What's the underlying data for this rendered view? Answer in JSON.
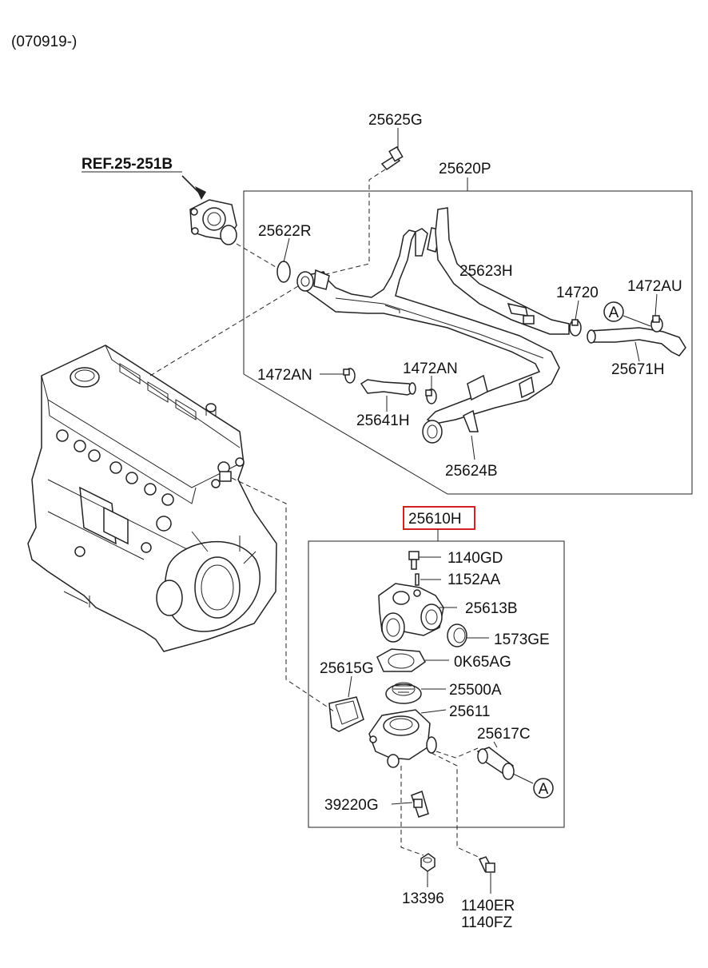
{
  "header": {
    "revision": "(070919-)"
  },
  "reference": {
    "label": "REF.25-251B"
  },
  "callouts": {
    "circle_a": "A"
  },
  "labels": {
    "p25625G": "25625G",
    "p25620P": "25620P",
    "p25622R": "25622R",
    "p25623H": "25623H",
    "p14720": "14720",
    "p1472AU": "1472AU",
    "p25671H": "25671H",
    "p1472AN_left": "1472AN",
    "p1472AN_right": "1472AN",
    "p25641H": "25641H",
    "p25624B": "25624B",
    "p25610H": "25610H",
    "p1140GD": "1140GD",
    "p1152AA": "1152AA",
    "p25613B": "25613B",
    "p1573GE": "1573GE",
    "p25615G": "25615G",
    "p0K65AG": "0K65AG",
    "p25500A": "25500A",
    "p25611": "25611",
    "p25617C": "25617C",
    "p39220G": "39220G",
    "p13396": "13396",
    "p1140ER": "1140ER",
    "p1140FZ": "1140FZ"
  },
  "colors": {
    "highlight": "#d42020",
    "line": "#222222"
  }
}
